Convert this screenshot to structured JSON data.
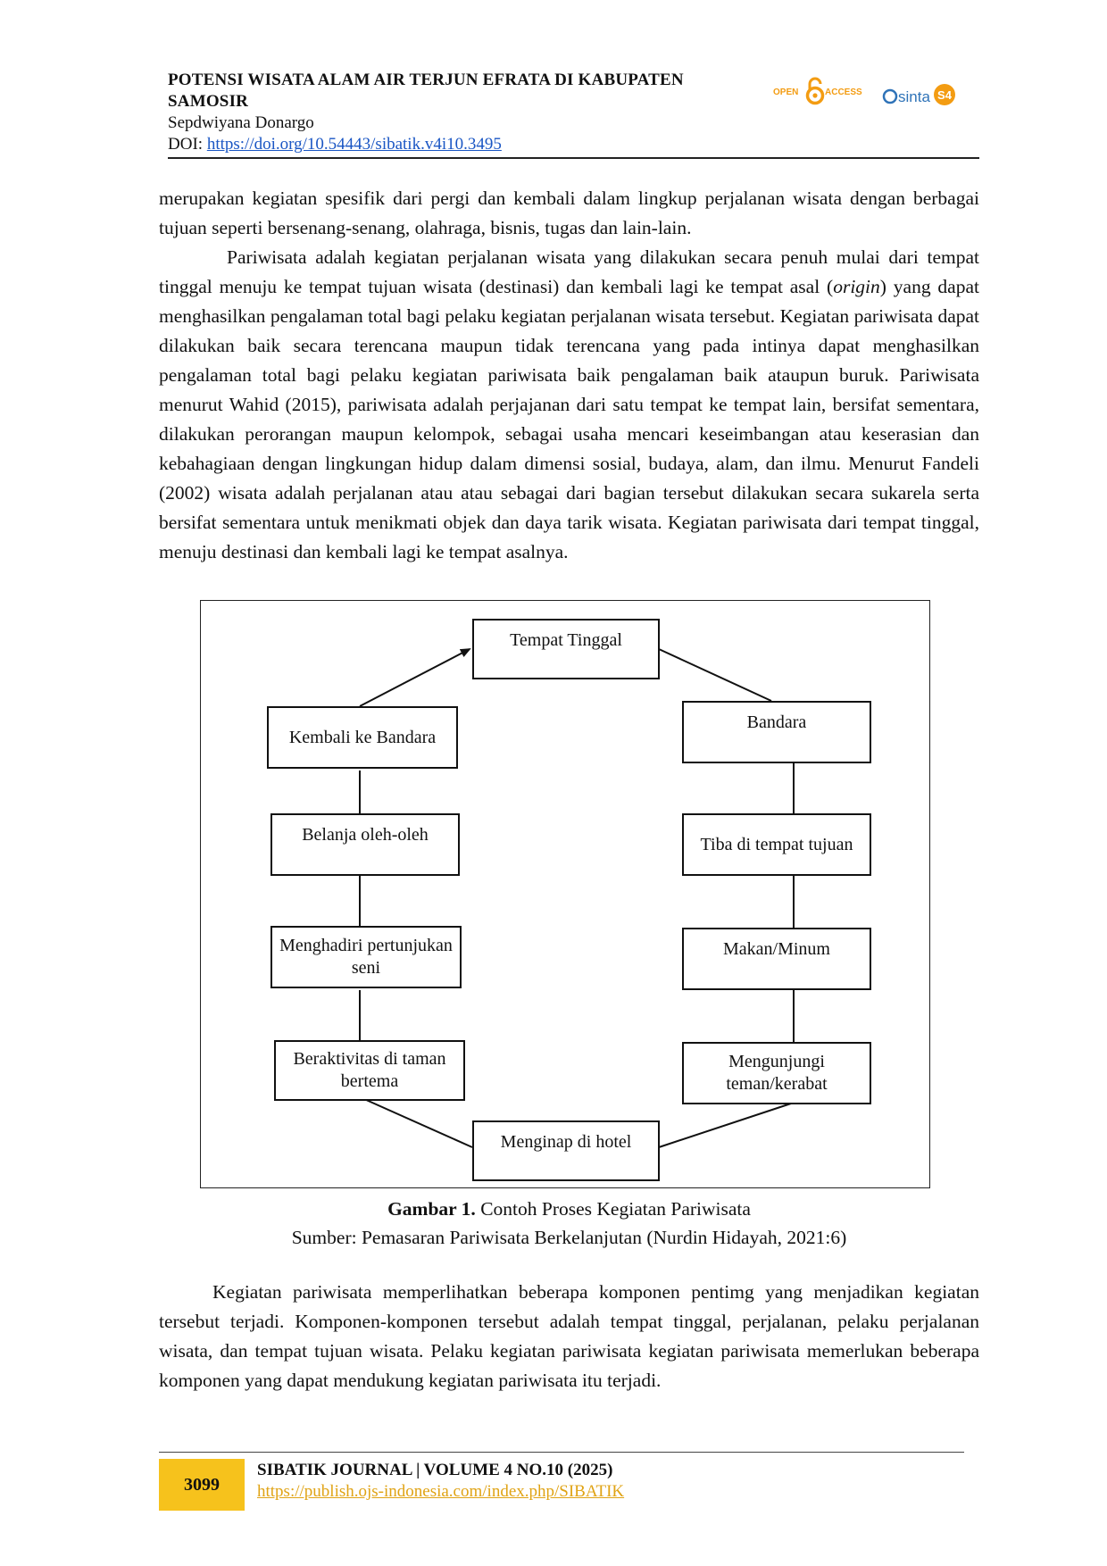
{
  "header": {
    "title": "POTENSI WISATA ALAM AIR TERJUN EFRATA DI KABUPATEN SAMOSIR",
    "author": "Sepdwiyana Donargo",
    "doi_label": "DOI: ",
    "doi_url": "https://doi.org/10.54443/sibatik.v4i10.3495",
    "open_access_left": "OPEN",
    "open_access_right": "ACCESS",
    "sinta_text": "sinta",
    "sinta_level": "S4",
    "colors": {
      "accent_orange": "#f39c12",
      "rule": "#222222"
    }
  },
  "paragraphs": {
    "p1": "merupakan kegiatan spesifik dari pergi dan kembali dalam lingkup perjalanan wisata dengan berbagai tujuan seperti bersenang-senang, olahraga, bisnis, tugas dan lain-lain.",
    "p2_a": "Pariwisata adalah kegiatan perjalanan wisata yang dilakukan secara penuh mulai dari tempat tinggal menuju ke tempat tujuan wisata (destinasi) dan kembali lagi ke tempat asal (",
    "p2_origin": "origin",
    "p2_b": ") yang dapat menghasilkan pengalaman total bagi pelaku kegiatan perjalanan wisata tersebut. Kegiatan pariwisata dapat dilakukan baik secara terencana maupun tidak terencana yang pada intinya dapat menghasilkan pengalaman total bagi pelaku kegiatan pariwisata baik pengalaman baik ataupun buruk. Pariwisata menurut Wahid (2015), pariwisata adalah perjajanan dari satu tempat ke tempat lain, bersifat sementara, dilakukan perorangan maupun kelompok, sebagai usaha mencari keseimbangan atau keserasian dan kebahagiaan dengan lingkungan hidup dalam dimensi sosial, budaya, alam, dan ilmu. Menurut Fandeli (2002) wisata adalah perjalanan atau atau sebagai dari bagian tersebut dilakukan secara sukarela serta bersifat sementara untuk menikmati objek dan daya tarik wisata. Kegiatan pariwisata dari tempat tinggal, menuju destinasi dan kembali lagi ke tempat asalnya.",
    "p3": "Kegiatan pariwisata memperlihatkan beberapa komponen pentimg yang menjadikan kegiatan tersebut terjadi. Komponen-komponen tersebut adalah tempat tinggal, perjalanan, pelaku perjalanan wisata, dan tempat tujuan wisata. Pelaku kegiatan pariwisata kegiatan pariwisata memerlukan beberapa komponen yang dapat mendukung kegiatan pariwisata itu terjadi."
  },
  "diagram": {
    "nodes": {
      "tempat_tinggal": "Tempat Tinggal",
      "bandara": "Bandara",
      "tiba": "Tiba di tempat tujuan",
      "makan": "Makan/Minum",
      "mengunjungi": "Mengunjungi teman/kerabat",
      "menginap": "Menginap di hotel",
      "beraktivitas": "Beraktivitas di taman bertema",
      "menghadiri": "Menghadiri pertunjukan seni",
      "belanja": "Belanja oleh-oleh",
      "kembali": "Kembali ke Bandara"
    }
  },
  "caption": {
    "label": "Gambar 1.",
    "title": " Contoh Proses Kegiatan Pariwisata",
    "source": "Sumber: Pemasaran Pariwisata Berkelanjutan (Nurdin Hidayah, 2021:6)"
  },
  "footer": {
    "page_number": "3099",
    "journal": "SIBATIK JOURNAL | VOLUME 4 NO.10 (2025)",
    "url": "https://publish.ojs-indonesia.com/index.php/SIBATIK",
    "page_box_color": "#f6c21c"
  }
}
